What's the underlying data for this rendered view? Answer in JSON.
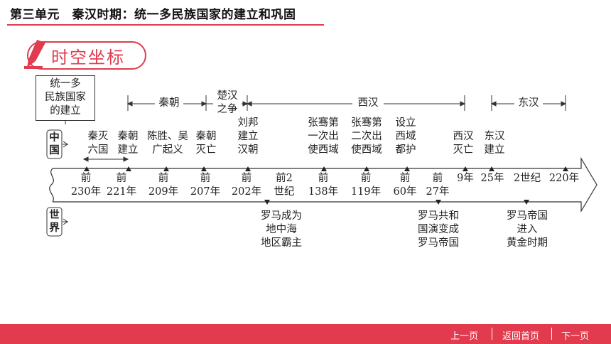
{
  "header": {
    "title": "第三单元　秦汉时期：统一多民族国家的建立和巩固"
  },
  "section": {
    "title": "时空坐标"
  },
  "theme_box": {
    "lines": [
      "统一多",
      "民族国家",
      "的建立"
    ]
  },
  "rows": {
    "china": [
      "中",
      "国"
    ],
    "world": [
      "世",
      "界"
    ]
  },
  "periods": {
    "qin": "秦朝",
    "chuhan": [
      "楚汉",
      "之争"
    ],
    "xihan": "西汉",
    "donghan": "东汉"
  },
  "china_events": {
    "qin_mie": [
      "秦灭",
      "六国"
    ],
    "qin_jianli": [
      "秦朝",
      "建立"
    ],
    "chen_wu": [
      "陈胜、吴",
      "广起义"
    ],
    "qin_miewang": [
      "秦朝",
      "灭亡"
    ],
    "liubang": [
      "刘邦",
      "建立",
      "汉朝"
    ],
    "zq1": [
      "张骞第",
      "一次出",
      "使西域"
    ],
    "zq2": [
      "张骞第",
      "二次出",
      "使西域"
    ],
    "duhufu": [
      "设立",
      "西域",
      "都护"
    ],
    "xihan_mie": [
      "西汉",
      "灭亡"
    ],
    "donghan_jl": [
      "东汉",
      "建立"
    ]
  },
  "ticks": {
    "t230": [
      "前",
      "230年"
    ],
    "t221": [
      "前",
      "221年"
    ],
    "t209": [
      "前",
      "209年"
    ],
    "t207": [
      "前",
      "207年"
    ],
    "t202": [
      "前",
      "202年"
    ],
    "t2c": [
      "前2",
      "世纪"
    ],
    "t138": [
      "前",
      "138年"
    ],
    "t119": [
      "前",
      "119年"
    ],
    "t60": [
      "前",
      "60年"
    ],
    "t27": [
      "前",
      "27年"
    ],
    "t9": "9年",
    "t25": "25年",
    "t2s": "2世纪",
    "t220": "220年"
  },
  "world_events": {
    "rome1": [
      "罗马成为",
      "地中海",
      "地区霸主"
    ],
    "rome2": [
      "罗马共和",
      "国演变成",
      "罗马帝国"
    ],
    "rome3": [
      "罗马帝国",
      "进入",
      "黄金时期"
    ]
  },
  "footer": {
    "prev": "上一页",
    "home": "返回首页",
    "next": "下一页"
  },
  "colors": {
    "accent": "#e03b4f",
    "footer_bg": "#e23b4e",
    "line": "#333333"
  }
}
